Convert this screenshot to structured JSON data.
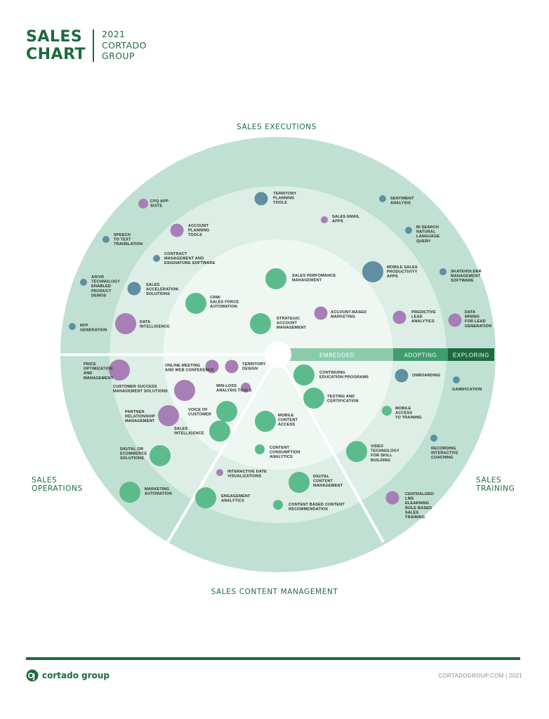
{
  "header": {
    "title_lines": [
      "SALES",
      "CHART"
    ],
    "subtitle_lines": [
      "2021",
      "CORTADO",
      "GROUP"
    ]
  },
  "sections": {
    "executions": "SALES EXECUTIONS",
    "operations": [
      "SALES",
      "OPERATIONS"
    ],
    "training": [
      "SALES",
      "TRAINING"
    ],
    "content": "SALES CONTENT MANAGEMENT"
  },
  "stages": {
    "embedded": "EMBEDDED",
    "adopting": "ADOPTING",
    "exploring": "EXPLORING"
  },
  "colors": {
    "outer_ring": "#bfe0d2",
    "middle_ring": "#dceee5",
    "inner_ring": "#eef7f2",
    "bubble_green": "#5bbb8c",
    "bubble_purple": "#a77fb6",
    "bubble_blue": "#5f8fa0",
    "brand": "#1d6a3f",
    "stage_embedded": "#8ccaac",
    "stage_adopting": "#3f9c6d",
    "stage_exploring": "#1d6a3f"
  },
  "items": [
    {
      "name": "CPQ APP SUITE",
      "lines": [
        "CPQ APP",
        "SUITE"
      ],
      "color": "purple",
      "size": "small"
    },
    {
      "name": "TERRITORY PLANNING TOOLS",
      "lines": [
        "TERRITORY",
        "PLANNING",
        "TOOLS"
      ],
      "color": "blue",
      "size": "medium"
    },
    {
      "name": "SENTIMENT ANALYSIS",
      "lines": [
        "SENTIMENT",
        "ANALYSIS"
      ],
      "color": "blue",
      "size": "tiny"
    },
    {
      "name": "SALES EMAIL APPS",
      "lines": [
        "SALES EMAIL",
        "APPS"
      ],
      "color": "purple",
      "size": "tiny"
    },
    {
      "name": "ACCOUNT PLANNING TOOLS",
      "lines": [
        "ACCOUNT",
        "PLANNING",
        "TOOLS"
      ],
      "color": "purple",
      "size": "medium"
    },
    {
      "name": "BI SEARCH NATURAL LANGUAGE QUERY",
      "lines": [
        "BI SEARCH",
        "NATURAL",
        "LANGUAGE",
        "QUERY"
      ],
      "color": "blue",
      "size": "tiny"
    },
    {
      "name": "SPEECH TO TEXT TRANSLATION",
      "lines": [
        "SPEECH",
        "TO TEXT",
        "TRANSLATION"
      ],
      "color": "blue",
      "size": "tiny"
    },
    {
      "name": "CONTRACT MANAGEMENT AND ESIGNATURE SOFTWARE",
      "lines": [
        "CONTRACT",
        "MANAGEMENT AND",
        "ESIGNATURE SOFTWARE"
      ],
      "color": "blue",
      "size": "tiny"
    },
    {
      "name": "MOBILE SALES PRODUCTIVITY APPS",
      "lines": [
        "MOBILE SALES",
        "PRODUCTIVITY",
        "APPS"
      ],
      "color": "blue",
      "size": "large"
    },
    {
      "name": "SKATEHOLDER MANAGEMENT SOFTWARE",
      "lines": [
        "SKATEHOLDER",
        "MANAGEMENT",
        "SOFTWARE"
      ],
      "color": "blue",
      "size": "tiny"
    },
    {
      "name": "AR/VR TECHNOLOGY ENABLED PRODUCT DEMOS",
      "lines": [
        "AR/VR",
        "TECHNOLOGY",
        "ENABLED",
        "PRODUCT",
        "DEMOS"
      ],
      "color": "blue",
      "size": "tiny"
    },
    {
      "name": "SALES PERFOMANCE MANAGEMENT",
      "lines": [
        "SALES PERFOMANCE",
        "MANAGEMENT"
      ],
      "color": "green",
      "size": "large"
    },
    {
      "name": "SALES ACCELERATION SOLUTIONS",
      "lines": [
        "SALES",
        "ACCELERATION",
        "SOLUTIONS"
      ],
      "color": "blue",
      "size": "medium"
    },
    {
      "name": "CRM/ SALES FORCE AUTOMATION",
      "lines": [
        "CRM/",
        "SALES FORCE",
        "AUTOMATION"
      ],
      "color": "green",
      "size": "large"
    },
    {
      "name": "ACCOUNT-BASED MARKETING",
      "lines": [
        "ACCOUNT-BASED",
        "MARKETING"
      ],
      "color": "purple",
      "size": "medium"
    },
    {
      "name": "PREDICTIVE LEAD ANALYTICS",
      "lines": [
        "PREDICTIVE",
        "LEAD",
        "ANALYTICS"
      ],
      "color": "purple",
      "size": "medium"
    },
    {
      "name": "DATA MINING FOR LEAD GENERATION",
      "lines": [
        "DATA",
        "MINING",
        "FOR LEAD",
        "GENERATION"
      ],
      "color": "purple",
      "size": "medium"
    },
    {
      "name": "STRATEGIC ACCOUNT MANAGEMENT",
      "lines": [
        "STRATEGIC",
        "ACCOUNT",
        "MANAGEMENT"
      ],
      "color": "green",
      "size": "large"
    },
    {
      "name": "DATA INTELLIGENCE",
      "lines": [
        "DATA",
        "INTELLIGENCE"
      ],
      "color": "purple",
      "size": "large"
    },
    {
      "name": "RFP GENERATION",
      "lines": [
        "RFP",
        "GENERATION"
      ],
      "color": "blue",
      "size": "tiny"
    },
    {
      "name": "PRICE OPTIMIZATION AND MANAGEMENT",
      "lines": [
        "PRICE",
        "OPTIMIZATION",
        "AND",
        "MANAGEMENT"
      ],
      "color": "purple",
      "size": "large"
    },
    {
      "name": "ONLINE MEETING AND WEB CONFERENCE",
      "lines": [
        "ONLINE MEETING",
        "AND WEB CONFERENCE"
      ],
      "color": "purple",
      "size": "medium"
    },
    {
      "name": "TERRITORY DESIGN",
      "lines": [
        "TERRITORY",
        "DESIGN"
      ],
      "color": "purple",
      "size": "medium"
    },
    {
      "name": "CONTINUING EDUCATION PROGRAMS",
      "lines": [
        "CONTINUING",
        "EDUCATION PROGRAMS"
      ],
      "color": "green",
      "size": "large"
    },
    {
      "name": "ONBOARDING",
      "lines": [
        "ONBOARDING"
      ],
      "color": "blue",
      "size": "medium"
    },
    {
      "name": "GAMIFICATION",
      "lines": [
        "GAMIFICATION"
      ],
      "color": "blue",
      "size": "tiny"
    },
    {
      "name": "CUSTOMER SUCCESS MANAGEMENT SOLUTIONS",
      "lines": [
        "CUSTOMER SUCCESS",
        "MANAGEMENT SOLUTIONS"
      ],
      "color": "purple",
      "size": "large"
    },
    {
      "name": "WIN-LOSS ANALYSIS TOOLS",
      "lines": [
        "WIN-LOSS",
        "ANALYSIS  TOOLS"
      ],
      "color": "purple",
      "size": "small"
    },
    {
      "name": "TESTING AND CERTIFICATION",
      "lines": [
        "TESTING AND",
        "CERTIFICATION"
      ],
      "color": "green",
      "size": "large"
    },
    {
      "name": "VOICE OF CUSTOMER",
      "lines": [
        "VOICE OF",
        "CUSTOMER"
      ],
      "color": "green",
      "size": "large"
    },
    {
      "name": "PARTNER RELATIONSHIP MANAGEMENT",
      "lines": [
        "PARTNER",
        "RELATIONSHIP",
        "MANAGEMENT"
      ],
      "color": "purple",
      "size": "large"
    },
    {
      "name": "MOBILE ACCESS TO TRAINING",
      "lines": [
        "MOBILE",
        "ACCESS",
        "TO TRAINING"
      ],
      "color": "green",
      "size": "small"
    },
    {
      "name": "MOBILE CONTENT ACCESS",
      "lines": [
        "MOBILE",
        "CONTENT",
        "ACCESS"
      ],
      "color": "green",
      "size": "large"
    },
    {
      "name": "SALES INTELLIGENCE",
      "lines": [
        "SALES",
        "INTELLIGENCE"
      ],
      "color": "green",
      "size": "large"
    },
    {
      "name": "RECORDING INTERACTIVE COACHING",
      "lines": [
        "RECORDING",
        "INTERACTIVE",
        "COACHING"
      ],
      "color": "blue",
      "size": "tiny"
    },
    {
      "name": "CONTENT CONSUMPTION ANALYTICS",
      "lines": [
        "CONTENT",
        "CONSUMPTION",
        "ANALYTICS"
      ],
      "color": "green",
      "size": "small"
    },
    {
      "name": "DIGITAL OR ECOMMERCE SOLUTIONS",
      "lines": [
        "DIGITAL OR",
        "ECOMMERCE",
        "SOLUTIONS"
      ],
      "color": "green",
      "size": "large"
    },
    {
      "name": "VIDEO TECHNOLOGY FOR SKILL BUILDING",
      "lines": [
        "VIDEO",
        "TECHNOLOGY",
        "FOR SKILL",
        "BUILDING"
      ],
      "color": "green",
      "size": "large"
    },
    {
      "name": "INTERACTIVE DATE VISUALIZATIONS",
      "lines": [
        "INTERACTIVE DATE",
        "VISUALIZATIONS"
      ],
      "color": "purple",
      "size": "tiny"
    },
    {
      "name": "DIGITAL CONTENT MANAGEMENT",
      "lines": [
        "DIGITAL",
        "CONTENT",
        "MANAGEMENT"
      ],
      "color": "green",
      "size": "large"
    },
    {
      "name": "MARKETING AUTOMATION",
      "lines": [
        "MARKETING",
        "AUTOMATION"
      ],
      "color": "green",
      "size": "large"
    },
    {
      "name": "ENGAGEMENT ANALYTICS",
      "lines": [
        "ENGAGEMENT",
        "ANALYTICS"
      ],
      "color": "green",
      "size": "large"
    },
    {
      "name": "CENTRALIZED LMS ELEARNING ROLE BASED SALES TRAINING",
      "lines": [
        "CENTRALIZED",
        "LMS",
        "ELEARNING",
        "ROLE BASED",
        "SALES",
        "TRAINING"
      ],
      "color": "purple",
      "size": "medium"
    },
    {
      "name": "CONTENT BASED CONTENT RECOMMENDATIOS",
      "lines": [
        "CONTENT BASED CONTENT",
        "RECOMMENDATIOS"
      ],
      "color": "green",
      "size": "small"
    }
  ],
  "footer": {
    "logo_text": "cortado group",
    "right_text": "CORTADOGROUP.COM  |  2021"
  }
}
